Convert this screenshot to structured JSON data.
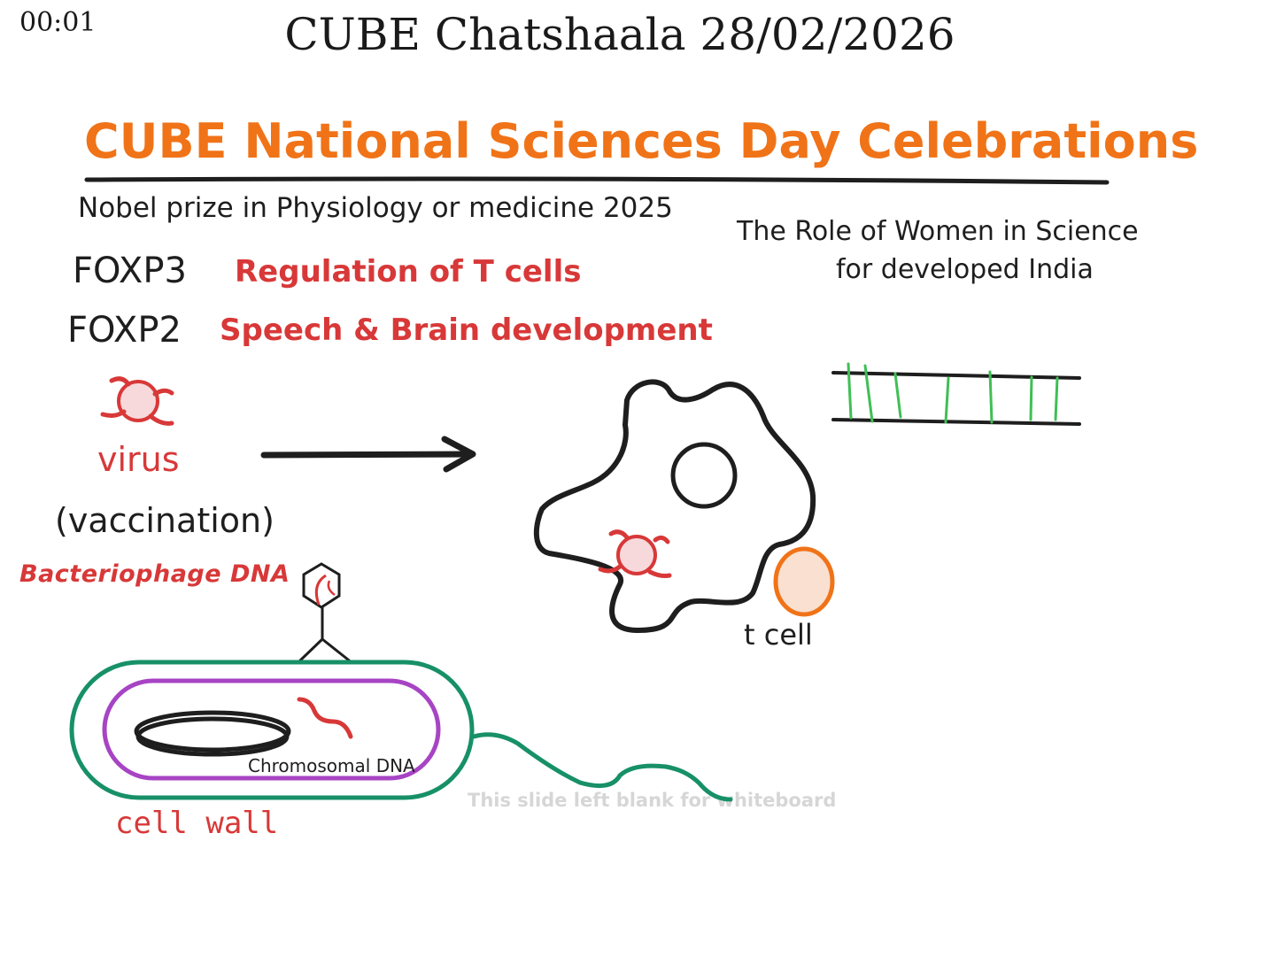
{
  "header": {
    "timer": "00:01",
    "title": "CUBE Chatshaala 28/02/2026"
  },
  "slide": {
    "heading": "CUBE National Sciences Day Celebrations",
    "nobel_line": "Nobel prize in Physiology or medicine 2025",
    "women_line_1": "The Role of Women in Science",
    "women_line_2": "for developed India",
    "genes": [
      {
        "name": "FOXP3",
        "description": "Regulation of T cells"
      },
      {
        "name": "FOXP2",
        "description": "Speech & Brain development"
      }
    ],
    "labels": {
      "virus": "virus",
      "vaccination": "(vaccination)",
      "bacteriophage": "Bacteriophage DNA",
      "t_cell": "t cell",
      "chromosomal_dna": "Chromosomal DNA",
      "cell_wall": "cell wall",
      "blank_note": "This slide left blank for whiteboard"
    }
  },
  "colors": {
    "accent_orange": "#f07318",
    "ink_red": "#d83838",
    "ink_black": "#1e1e1e",
    "virus_fill": "#f7d9dc",
    "tcell_fill": "#f9e0d0",
    "cell_wall_green": "#179068",
    "membrane_purple": "#a744c4",
    "dna_rung_green": "#3fbf54"
  }
}
